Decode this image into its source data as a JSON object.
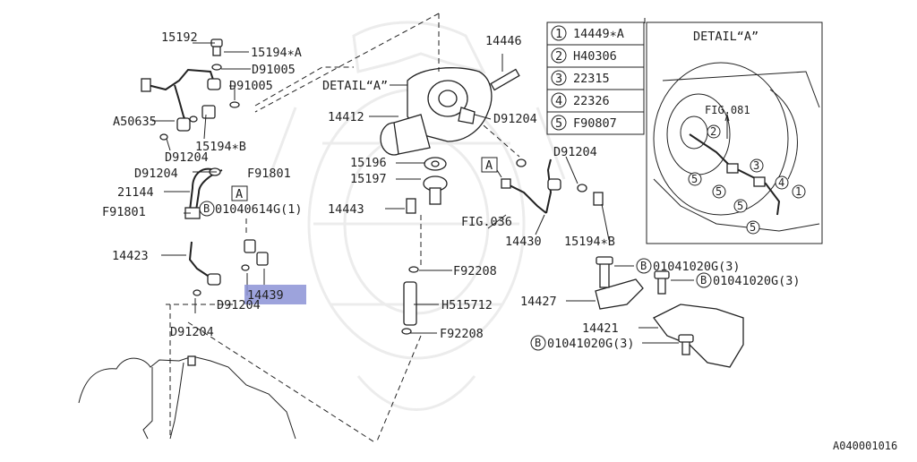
{
  "labels": {
    "p15192": "15192",
    "p15194a_top": "15194∗A",
    "pD91005_1": "D91005",
    "pD91005_2": "D91005",
    "pA50635": "A50635",
    "p15194b_left": "15194∗B",
    "pD91204_a": "D91204",
    "pD91204_b": "D91204",
    "pF91801_a": "F91801",
    "p21144": "21144",
    "pA_left": "A",
    "pF91801_b": "F91801",
    "pB1": "B",
    "p01040614": "01040614G(1)",
    "p14423": "14423",
    "p14439": "14439",
    "pD91204_c": "D91204",
    "pD91204_d": "D91204",
    "pDetailA_main": "DETAIL“A”",
    "p14412": "14412",
    "p14446": "14446",
    "pD91204_e": "D91204",
    "p15196": "15196",
    "p15197": "15197",
    "p14443": "14443",
    "pA_mid": "A",
    "pD91204_f": "D91204",
    "pFIG036": "FIG.036",
    "p14430": "14430",
    "p15194b_right": "15194∗B",
    "pF92208_a": "F92208",
    "pH515712": "H515712",
    "pF92208_b": "F92208",
    "p14427": "14427",
    "pB2": "B",
    "p01041020_a": "01041020G(3)",
    "pB3": "B",
    "p01041020_b": "01041020G(3)",
    "p14421": "14421",
    "pB4": "B",
    "p01041020_c": "01041020G(3)",
    "doc_code": "A040001016"
  },
  "table": [
    {
      "num": "1",
      "part": "14449∗A"
    },
    {
      "num": "2",
      "part": "H40306"
    },
    {
      "num": "3",
      "part": "22315"
    },
    {
      "num": "4",
      "part": "22326"
    },
    {
      "num": "5",
      "part": "F90807"
    }
  ],
  "detail": {
    "title": "DETAIL“A”",
    "fig": "FIG.081",
    "c1": "1",
    "c2": "2",
    "c3": "3",
    "c4": "4",
    "c5a": "5",
    "c5b": "5",
    "c5c": "5",
    "c5d": "5"
  }
}
